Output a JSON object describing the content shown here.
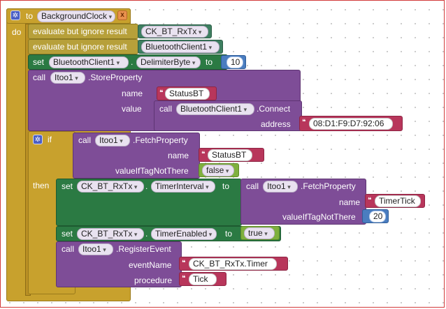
{
  "procedure": {
    "keyword_to": "to",
    "name": "BackgroundClock",
    "keyword_do": "do",
    "close_symbol": "x"
  },
  "stmt1": {
    "label": "evaluate but ignore result",
    "component": "CK_BT_RxTx"
  },
  "stmt2": {
    "label": "evaluate but ignore result",
    "component": "BluetoothClient1"
  },
  "stmt3": {
    "keyword_set": "set",
    "component": "BluetoothClient1",
    "dot": ".",
    "property": "DelimiterByte",
    "keyword_to": "to",
    "value": "10"
  },
  "stmt4": {
    "keyword_call": "call",
    "component": "Itoo1",
    "method": ".StoreProperty",
    "arg_name": "name",
    "name_value": "StatusBT",
    "arg_value": "value",
    "inner_call": {
      "keyword_call": "call",
      "component": "BluetoothClient1",
      "method": ".Connect",
      "arg_address": "address",
      "address_value": "08:D1:F9:D7:92:06"
    }
  },
  "if_block": {
    "keyword_if": "if",
    "keyword_then": "then",
    "condition": {
      "keyword_call": "call",
      "component": "Itoo1",
      "method": ".FetchProperty",
      "arg_name": "name",
      "name_value": "StatusBT",
      "arg_default": "valueIfTagNotThere",
      "default_value": "false"
    },
    "then1": {
      "keyword_set": "set",
      "component": "CK_BT_RxTx",
      "dot": ".",
      "property": "TimerInterval",
      "keyword_to": "to",
      "inner_call": {
        "keyword_call": "call",
        "component": "Itoo1",
        "method": ".FetchProperty",
        "arg_name": "name",
        "name_value": "TimerTick",
        "arg_default": "valueIfTagNotThere",
        "default_value": "20"
      }
    },
    "then2": {
      "keyword_set": "set",
      "component": "CK_BT_RxTx",
      "dot": ".",
      "property": "TimerEnabled",
      "keyword_to": "to",
      "value": "true"
    },
    "then3": {
      "keyword_call": "call",
      "component": "Itoo1",
      "method": ".RegisterEvent",
      "arg_event": "eventName",
      "event_value": "CK_BT_RxTx.Timer",
      "arg_procedure": "procedure",
      "procedure_value": "Tick"
    }
  }
}
